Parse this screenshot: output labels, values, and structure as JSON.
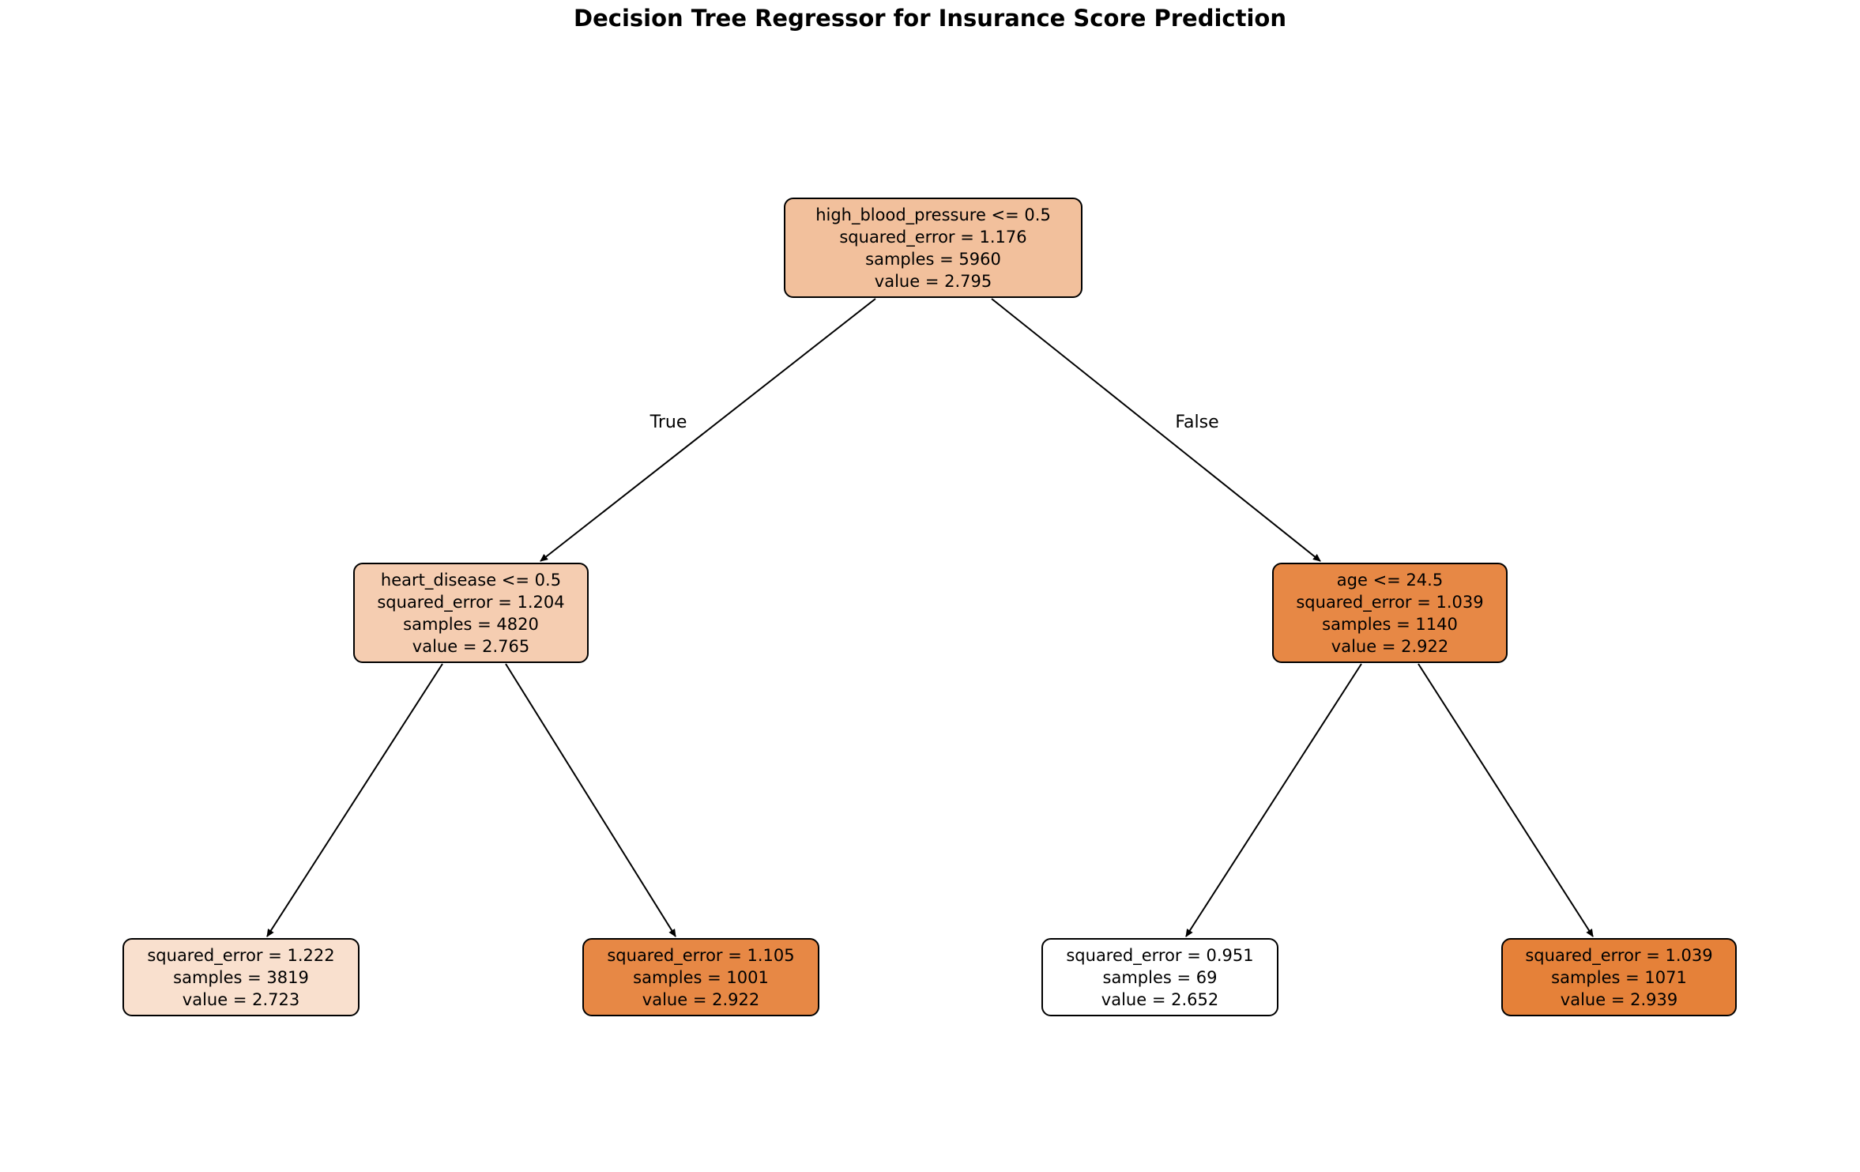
{
  "title": "Decision Tree Regressor for Insurance Score Prediction",
  "edge_labels": {
    "true_label": "True",
    "false_label": "False"
  },
  "colors": {
    "edge": "#000000",
    "node_border": "#000000",
    "text": "#000000",
    "background": "#ffffff"
  },
  "nodes": [
    {
      "id": "root",
      "lines": [
        "high_blood_pressure <= 0.5",
        "squared_error = 1.176",
        "samples = 5960",
        "value = 2.795"
      ],
      "fill": "#f2c09c"
    },
    {
      "id": "left-child",
      "lines": [
        "heart_disease <= 0.5",
        "squared_error = 1.204",
        "samples = 4820",
        "value = 2.765"
      ],
      "fill": "#f5cdb1"
    },
    {
      "id": "right-child",
      "lines": [
        "age <= 24.5",
        "squared_error = 1.039",
        "samples = 1140",
        "value = 2.922"
      ],
      "fill": "#e78845"
    },
    {
      "id": "leaf-1",
      "lines": [
        "squared_error = 1.222",
        "samples = 3819",
        "value = 2.723"
      ],
      "fill": "#f9e0ce"
    },
    {
      "id": "leaf-2",
      "lines": [
        "squared_error = 1.105",
        "samples = 1001",
        "value = 2.922"
      ],
      "fill": "#e78845"
    },
    {
      "id": "leaf-3",
      "lines": [
        "squared_error = 0.951",
        "samples = 69",
        "value = 2.652"
      ],
      "fill": "#ffffff"
    },
    {
      "id": "leaf-4",
      "lines": [
        "squared_error = 1.039",
        "samples = 1071",
        "value = 2.939"
      ],
      "fill": "#e58139"
    }
  ]
}
